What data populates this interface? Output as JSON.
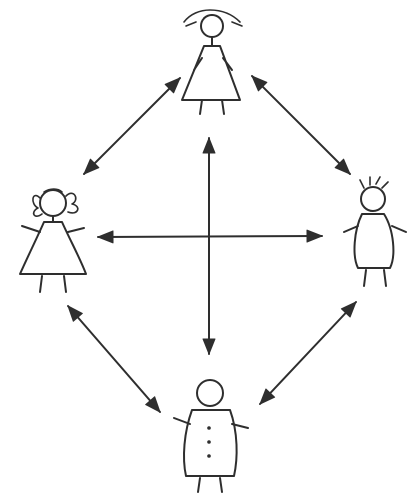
{
  "diagram": {
    "ink_color": "#2e2e2e",
    "background": "#ffffff",
    "figures": [
      {
        "id": "figure-top",
        "kind": "girl-with-bob-hair-in-triangle-dress"
      },
      {
        "id": "figure-left",
        "kind": "girl-with-pigtails-in-triangle-dress"
      },
      {
        "id": "figure-right",
        "kind": "boy-with-spiky-hair"
      },
      {
        "id": "figure-bottom",
        "kind": "boy-with-buttoned-coat"
      }
    ],
    "arrows": [
      {
        "id": "arrow-top-left",
        "from": "figure-top",
        "to": "figure-left",
        "heads": "both"
      },
      {
        "id": "arrow-top-right",
        "from": "figure-top",
        "to": "figure-right",
        "heads": "both"
      },
      {
        "id": "arrow-bottom-left",
        "from": "figure-bottom",
        "to": "figure-left",
        "heads": "both"
      },
      {
        "id": "arrow-bottom-right",
        "from": "figure-bottom",
        "to": "figure-right",
        "heads": "both"
      },
      {
        "id": "axis-horizontal",
        "from": "figure-left",
        "to": "figure-right",
        "heads": "both"
      },
      {
        "id": "axis-vertical",
        "from": "figure-top",
        "to": "figure-bottom",
        "heads": "both"
      }
    ]
  }
}
